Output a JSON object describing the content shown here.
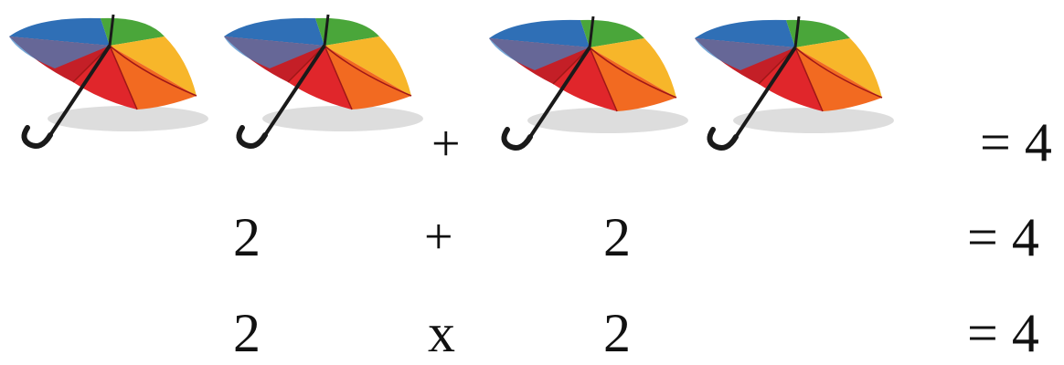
{
  "umbrella_icon": "rainbow-umbrella",
  "colors": {
    "blue": "#2f6fb6",
    "green": "#4aa63a",
    "red": "#e0262b",
    "orange": "#f26a21",
    "yellow": "#f7b62a",
    "shadow": "#cfcfcf",
    "text": "#111111"
  },
  "row1": {
    "plus": "+",
    "result": "= 4"
  },
  "row2": {
    "left": "2",
    "op": "+",
    "right": "2",
    "result": "= 4"
  },
  "row3": {
    "left": "2",
    "op": "x",
    "right": "2",
    "result": "= 4"
  }
}
